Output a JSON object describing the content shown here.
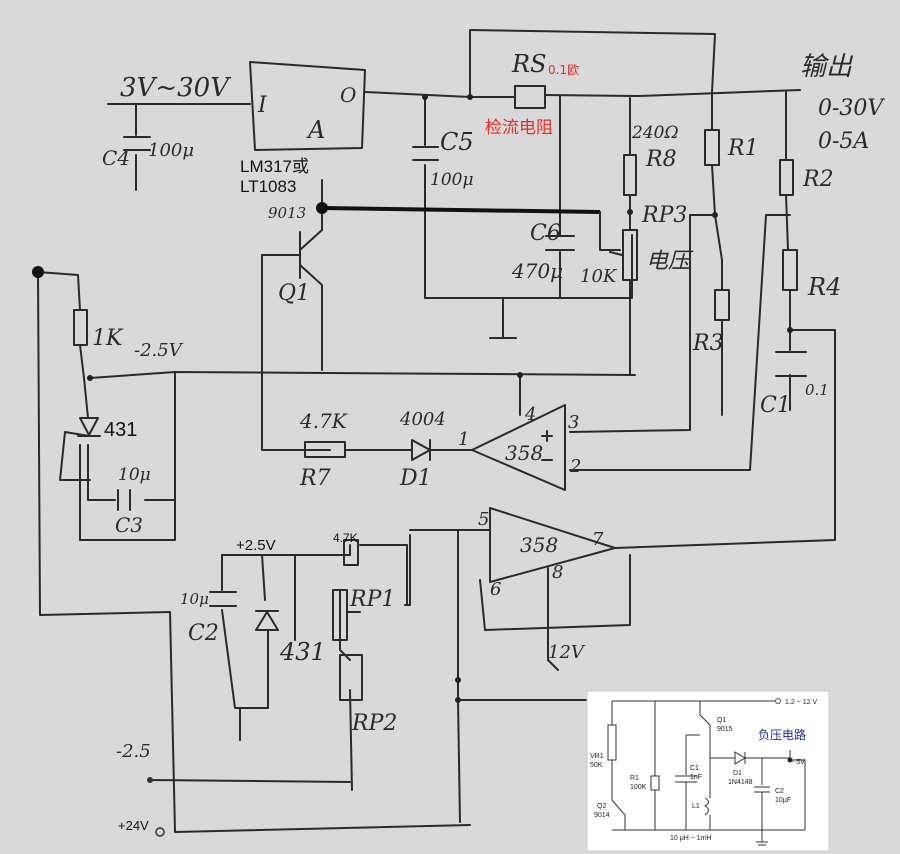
{
  "labels": {
    "input_voltage": "3V~30V",
    "c4": "C4",
    "c4_value": "100μ",
    "reg_in": "I",
    "reg_out": "O",
    "reg_adj": "A",
    "reg_name_1": "LM317或",
    "reg_name_2": "LT1083",
    "c5": "C5",
    "c5_value": "100μ",
    "rs": "RS",
    "rs_value": "0.1欧",
    "rs_desc": "检流电阻",
    "output_label": "输出",
    "output_voltage": "0-30V",
    "output_current": "0-5A",
    "r8_value": "240Ω",
    "r8": "R8",
    "r1": "R1",
    "r2": "R2",
    "rp3": "RP3",
    "rp3_desc": "电压",
    "c6": "C6",
    "c6_value": "470μ",
    "rp3_value": "10K",
    "r4": "R4",
    "r3": "R3",
    "c1": "C1",
    "c1_value": "0.1",
    "q1_type": "9013",
    "q1": "Q1",
    "r_1k": "1K",
    "neg_rail_top": "-2.5V",
    "u431_top": "431",
    "c3_value": "10μ",
    "c3": "C3",
    "r7_value": "4.7K",
    "r7": "R7",
    "d1_type": "4004",
    "d1": "D1",
    "opamp_top": "358",
    "pin1": "1",
    "pin2": "2",
    "pin3": "3",
    "pin4": "4",
    "pin5": "5",
    "pin6": "6",
    "pin7": "7",
    "pin8": "8",
    "opamp_bottom": "358",
    "pos_ref": "+2.5V",
    "r_47k_bottom": "4.7K",
    "c2_value": "10μ",
    "c2": "C2",
    "u431_bottom": "431",
    "rp1": "RP1",
    "rp2": "RP2",
    "supply_12v": "12V",
    "neg_rail_bottom": "-2.5",
    "supply_24v": "+24V",
    "inset": {
      "title": "负压电路",
      "input": "1.2 ~ 12 V",
      "output": "- 5V",
      "q1": "Q1",
      "q1_type": "9015",
      "vr1": "VR1",
      "vr1_value": "50K",
      "r1": "R1",
      "r1_value": "100K",
      "c1": "C1",
      "c1_value": "1nF",
      "d1": "D1",
      "d1_type": "1N4148",
      "c2": "C2",
      "c2_value": "10μF",
      "l1": "L1",
      "q2": "Q2",
      "q2_type": "9014",
      "l1_value": "10 μH ~ 1mH"
    }
  }
}
